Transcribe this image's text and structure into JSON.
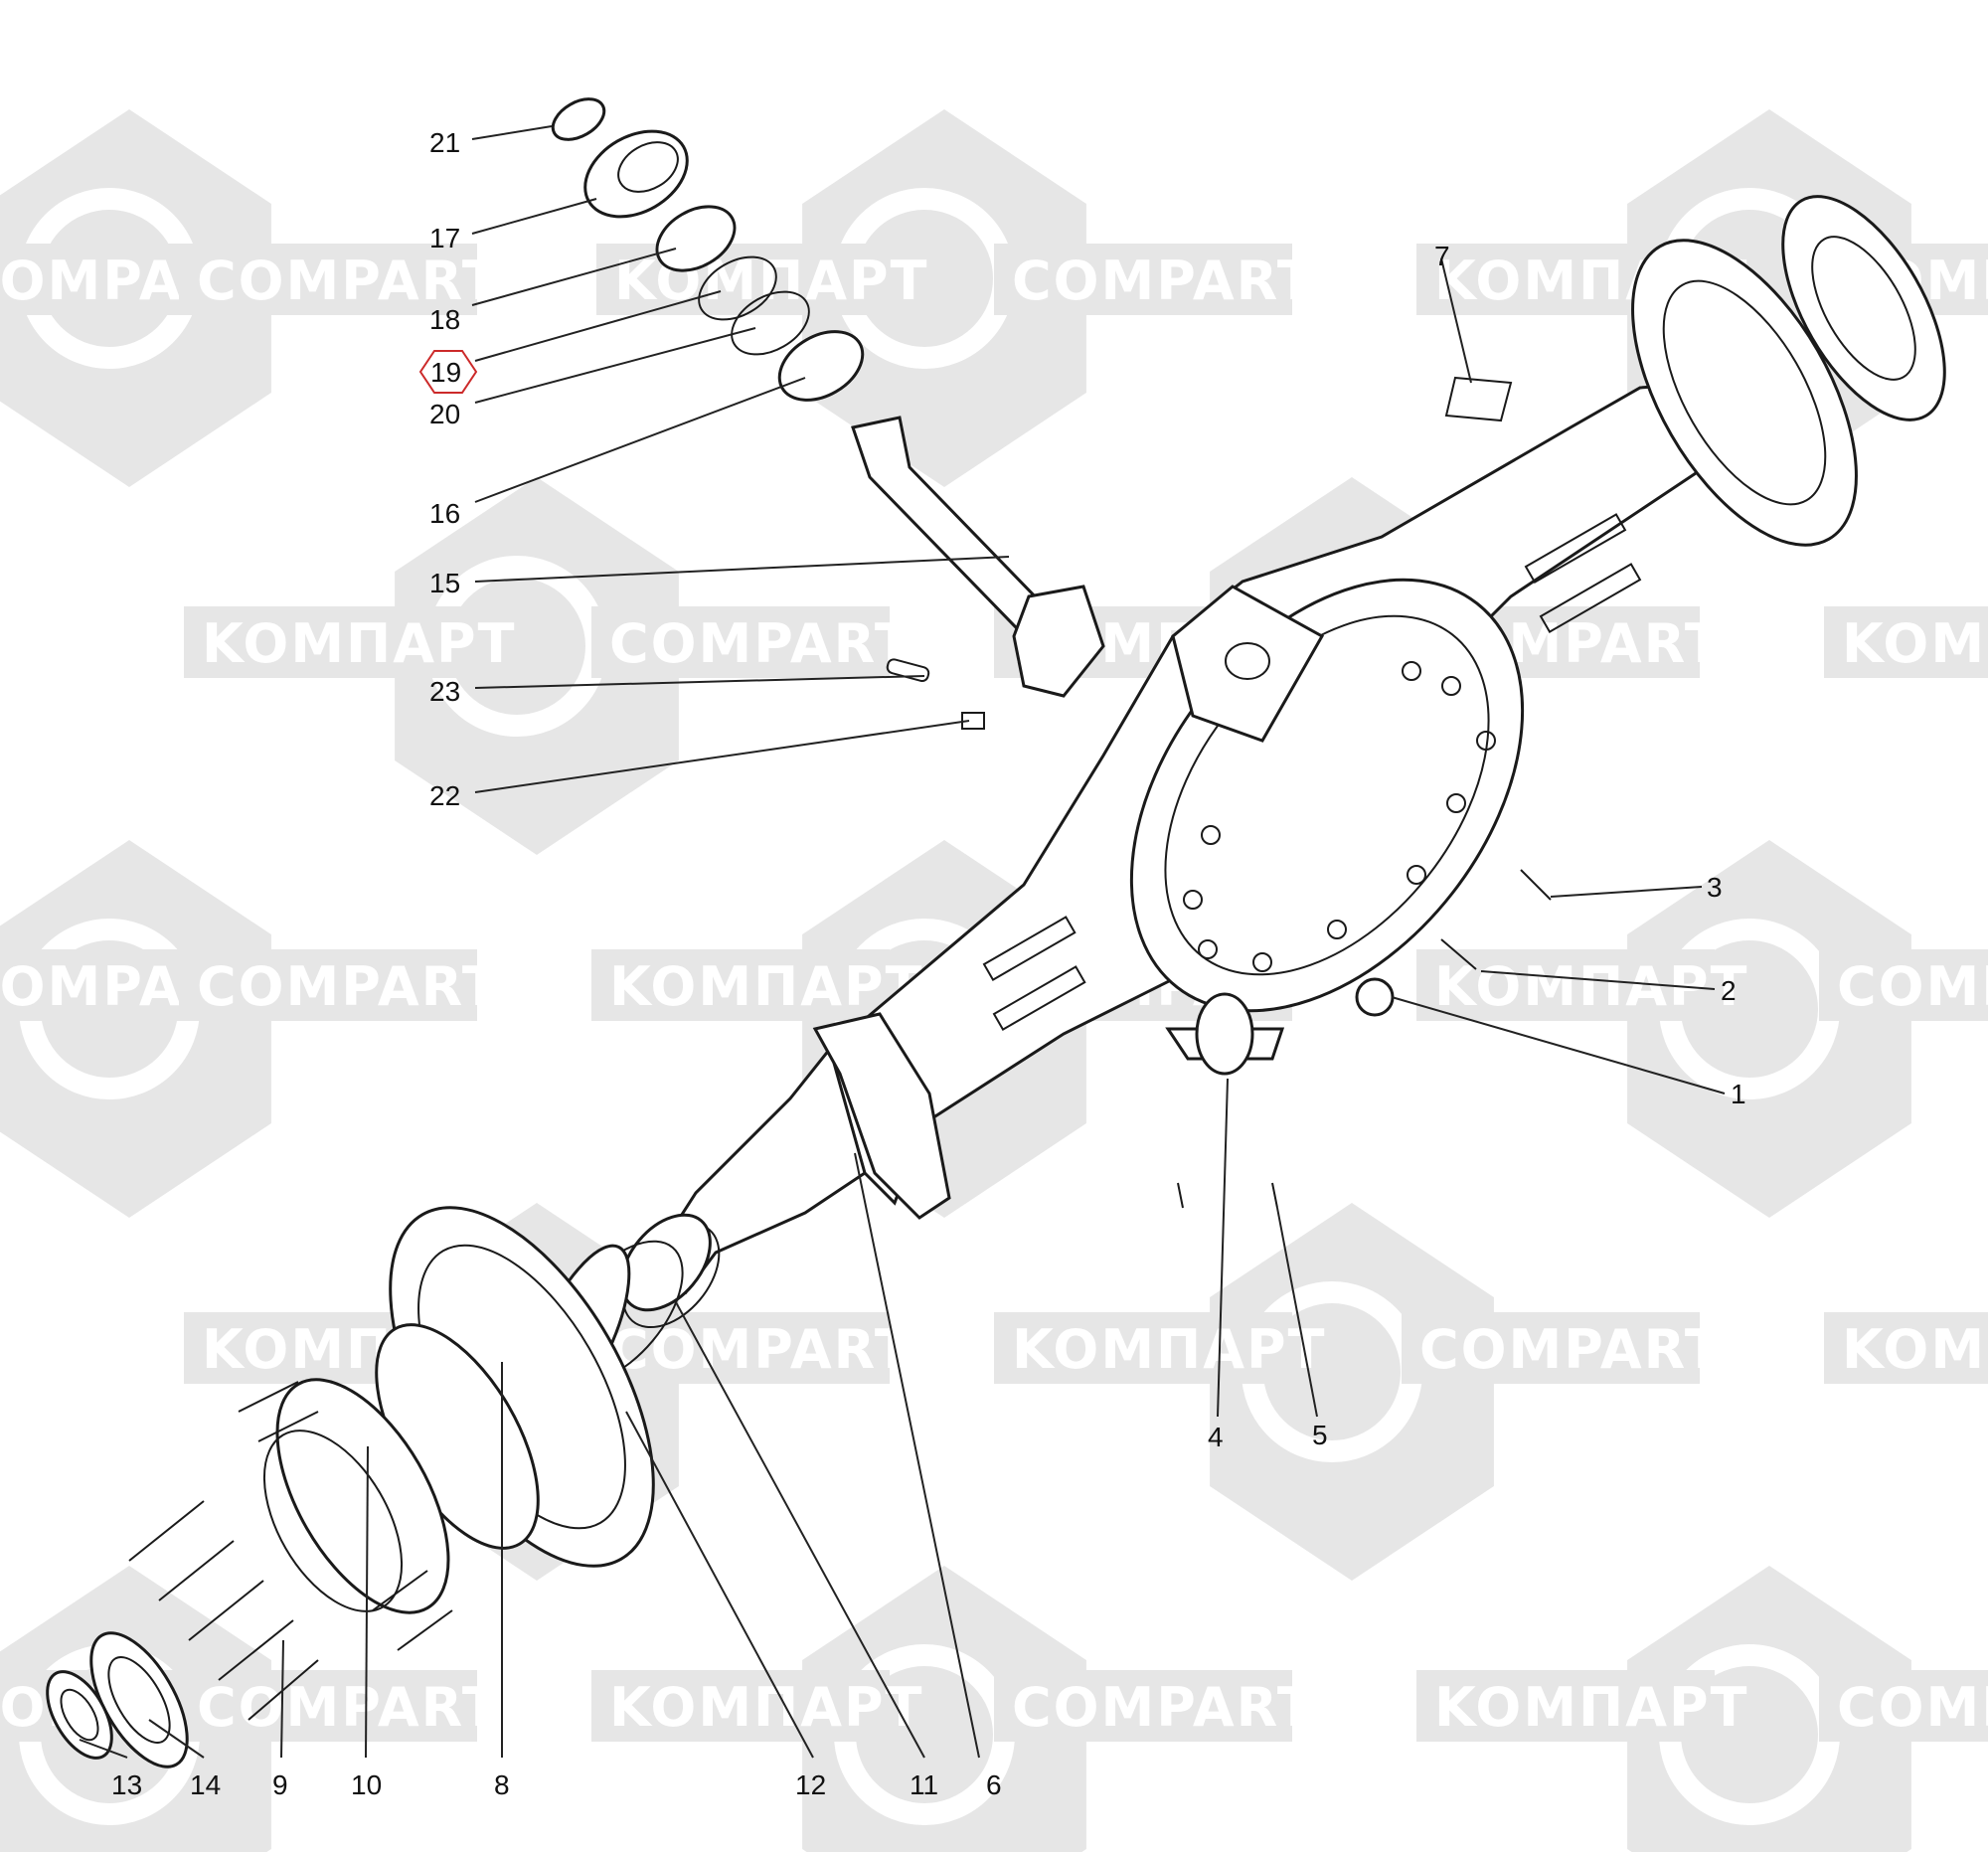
{
  "watermark": {
    "brand_cyrillic": "KOMПАРТ",
    "brand_latin": "COMPART",
    "color": "#e6e6e6"
  },
  "highlight": {
    "label": "19",
    "color": "#cc2a2a"
  },
  "callouts": [
    "21",
    "17",
    "18",
    "19",
    "20",
    "16",
    "15",
    "23",
    "22",
    "7",
    "3",
    "2",
    "1",
    "4",
    "5",
    "13",
    "14",
    "9",
    "10",
    "8",
    "12",
    "11",
    "6"
  ]
}
